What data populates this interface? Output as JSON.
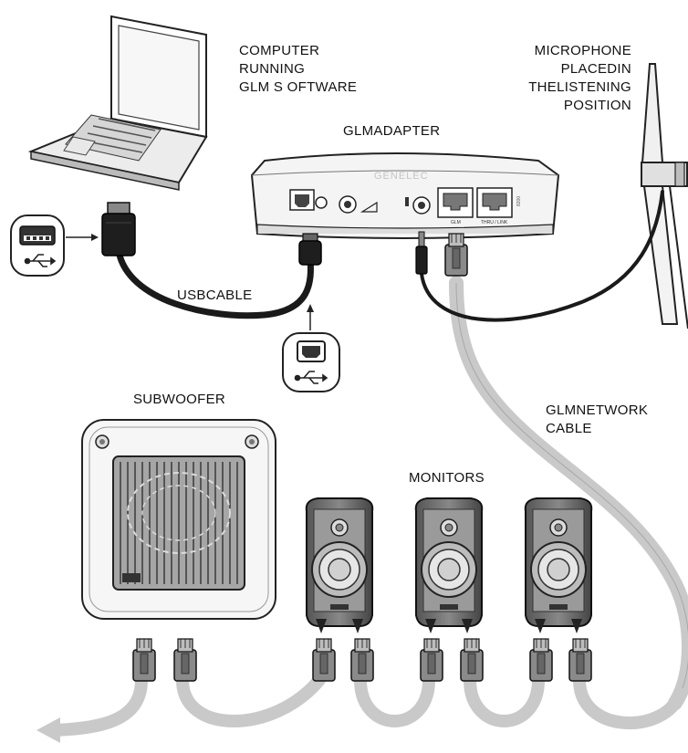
{
  "labels": {
    "computer": [
      "COMPUTER",
      "RUNNING",
      "GLM S OFTWARE"
    ],
    "microphone": [
      "MICROPHONE",
      "PLACEDIN",
      "THELISTENING",
      "POSITION"
    ],
    "adapter": "GLMADAPTER",
    "usb_cable": "USBCABLE",
    "subwoofer": "SUBWOOFER",
    "network_cable": [
      "GLMNETWORK",
      "CABLE"
    ],
    "monitors": "MONITORS"
  },
  "adapter_panel": {
    "brand": "GENELEC",
    "port_in": "GLM",
    "port_out": "THRU / LINK",
    "serial": "8200"
  },
  "icons": [
    "laptop-icon",
    "usb-a-port-icon",
    "usb-b-port-icon",
    "usb-symbol-icon",
    "microphone-icon",
    "subwoofer-icon",
    "monitor-speaker-icon",
    "rj45-plug-icon",
    "arrow-left-icon"
  ],
  "colors": {
    "line": "#222222",
    "cable_gray": "#c8c8c8",
    "cable_black": "#1a1a1a",
    "fill_light": "#f2f2f2",
    "fill_mid": "#cfcfcf"
  }
}
